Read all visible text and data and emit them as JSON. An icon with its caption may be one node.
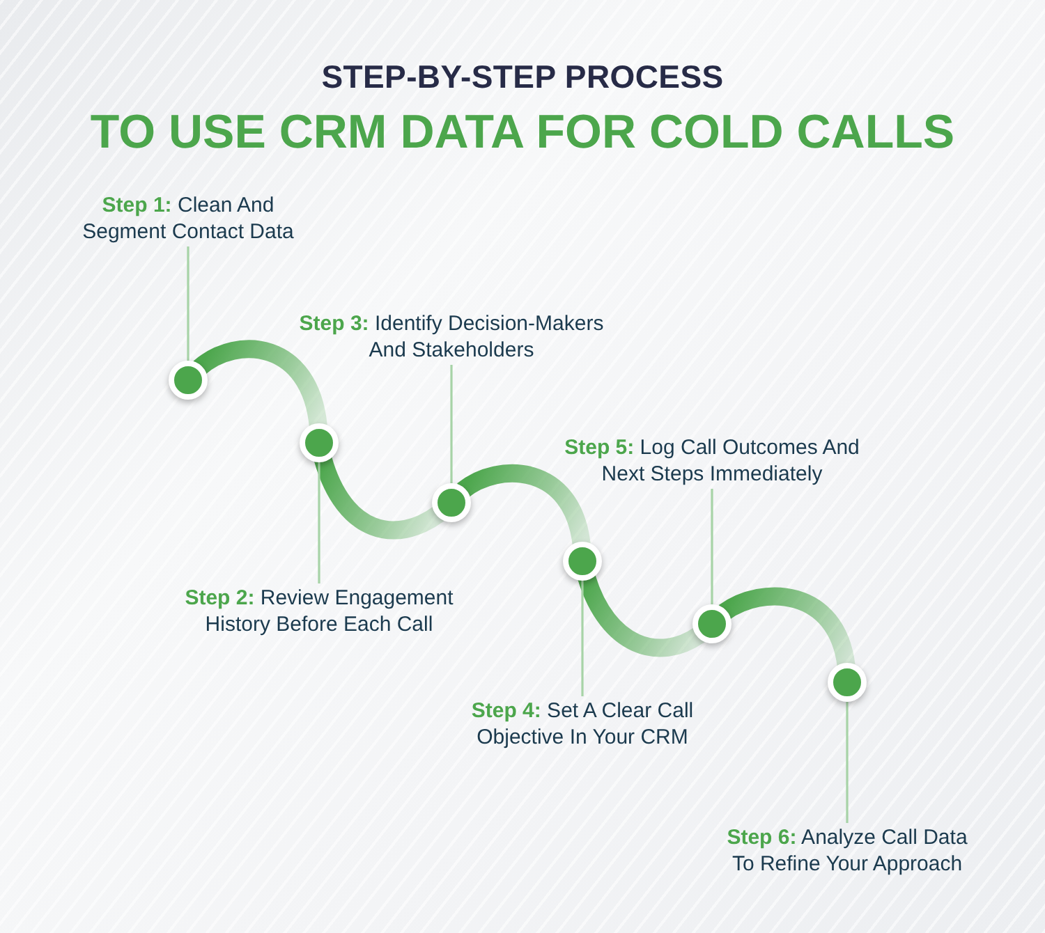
{
  "diagram": {
    "title": "STEP-BY-STEP PROCESS",
    "nodes": [
      {
        "text": [
          "**Step 1:** Clean And Segment Contact Data"
        ]
      },
      {
        "text": [
          "**Step 2:** Review Engagement History Before Each Call"
        ]
      },
      {
        "text": [
          "**Step 3:** Identify Decision-Makers And Stakeholders"
        ]
      },
      {
        "text": [
          "**Step 4:** Set A Clear Call Objective In Your CRM"
        ]
      },
      {
        "text": [
          "**Step 5:** Log Call Outcomes And Next Steps Immediately"
        ]
      },
      {
        "text": [
          "**Step 6:** Analyze Call Data To Refine Your Approach"
        ]
      },
      {
        "text": [],
        "shape": "circle"
      },
      {
        "text": [],
        "shape": "circle"
      },
      {
        "text": [],
        "shape": "circle"
      },
      {
        "text": [],
        "shape": "circle"
      },
      {
        "text": [],
        "shape": "circle"
      },
      {
        "text": [],
        "shape": "circle"
      }
    ],
    "edges": [
      {
        "from": 0,
        "to": 6,
        "arrow": "none"
      },
      {
        "from": 1,
        "to": 7,
        "arrow": "none"
      },
      {
        "from": 2,
        "to": 8,
        "arrow": "none"
      },
      {
        "from": 3,
        "to": 9,
        "arrow": "none"
      },
      {
        "from": 4,
        "to": 10,
        "arrow": "none"
      },
      {
        "from": 5,
        "to": 11,
        "arrow": "none"
      },
      {
        "from": 6,
        "to": 7,
        "arrow": "none",
        "style": "thick",
        "color": "#4ca64c"
      },
      {
        "from": 7,
        "to": 8,
        "arrow": "none",
        "style": "thick",
        "color": "#4ca64c"
      },
      {
        "from": 8,
        "to": 9,
        "arrow": "none",
        "style": "thick",
        "color": "#4ca64c"
      },
      {
        "from": 9,
        "to": 10,
        "arrow": "none",
        "style": "thick",
        "color": "#4ca64c"
      },
      {
        "from": 10,
        "to": 11,
        "arrow": "none",
        "style": "thick",
        "color": "#4ca64c"
      }
    ],
    "labels": [
      "TO USE CRM DATA FOR COLD CALLS"
    ]
  }
}
